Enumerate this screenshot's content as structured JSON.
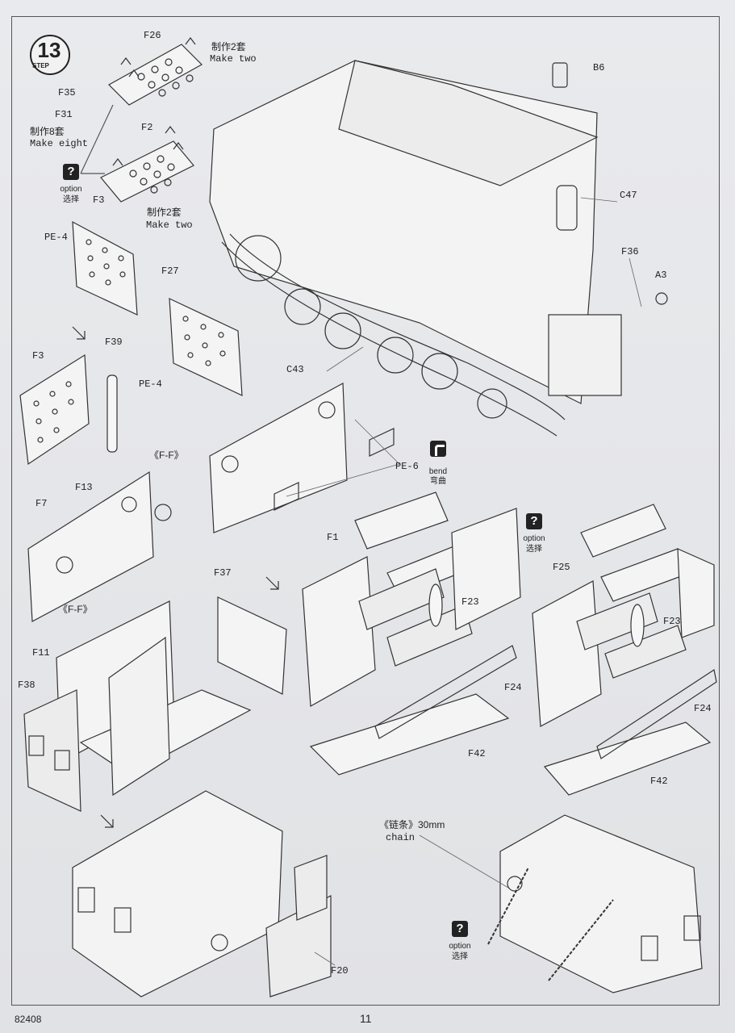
{
  "step": {
    "number": "13",
    "word": "STEP"
  },
  "labels": {
    "f26": "F26",
    "make_two_cn_1": "制作2套",
    "make_two_en_1": "Make two",
    "f35": "F35",
    "f31": "F31",
    "make_eight_cn": "制作8套",
    "make_eight_en": "Make eight",
    "f2": "F2",
    "make_two_cn_2": "制作2套",
    "make_two_en_2": "Make two",
    "b6": "B6",
    "c47": "C47",
    "f36": "F36",
    "a3": "A3",
    "c43": "C43",
    "f3_a": "F3",
    "pe4_a": "PE-4",
    "f27": "F27",
    "pe4_b": "PE-4",
    "f3_b": "F3",
    "f39": "F39",
    "ff_top": "《F-F》",
    "f13": "F13",
    "f7": "F7",
    "ff_bottom": "《F-F》",
    "pe6": "PE-6",
    "bend_en": "bend",
    "bend_cn": "弯曲",
    "f1": "F1",
    "f23_a": "F23",
    "f24_a": "F24",
    "f42_a": "F42",
    "f25": "F25",
    "f23_b": "F23",
    "f24_b": "F24",
    "f42_b": "F42",
    "f37": "F37",
    "f11": "F11",
    "f38": "F38",
    "chain_cn": "《链条》30mm",
    "chain_en": "chain",
    "f20": "F20"
  },
  "option_markers": [
    {
      "symbol": "?",
      "en": "option",
      "cn": "选择"
    },
    {
      "symbol": "?",
      "en": "option",
      "cn": "选择"
    },
    {
      "symbol": "?",
      "en": "option",
      "cn": "选择"
    }
  ],
  "footer": {
    "code": "82408",
    "page": "11"
  }
}
